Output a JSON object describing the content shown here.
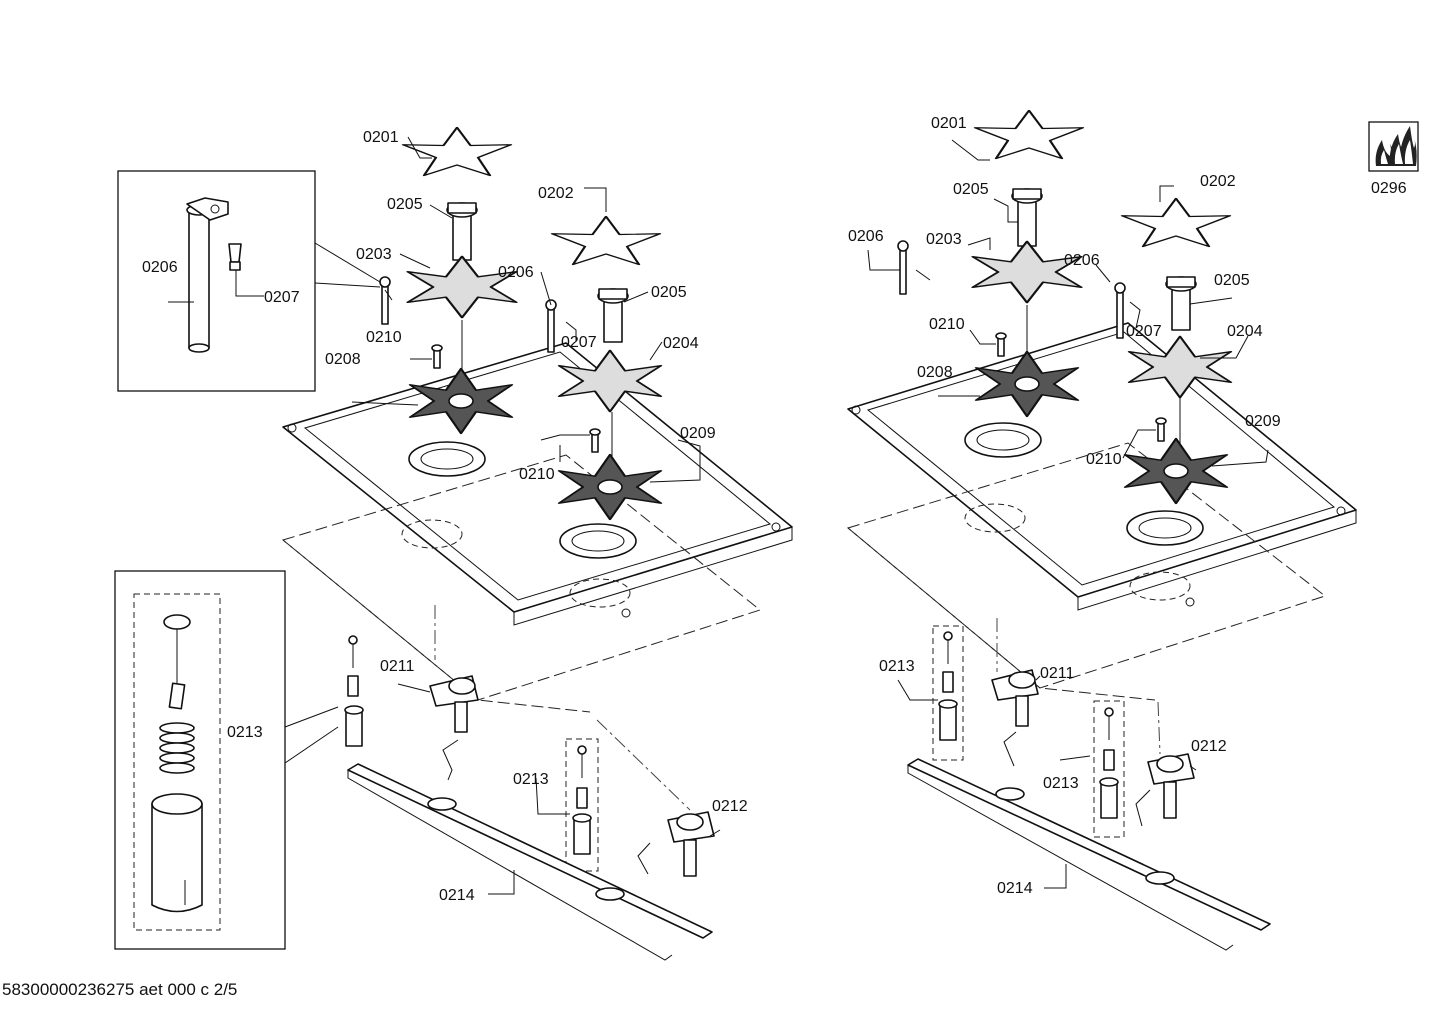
{
  "footer": "58300000236275 aet 000 c 2/5",
  "symbol_label": "0296",
  "left": {
    "l0201": "0201",
    "l0202": "0202",
    "l0203": "0203",
    "l0204": "0204",
    "l0205a": "0205",
    "l0205b": "0205",
    "l0206a": "0206",
    "l0206b": "0206",
    "l0207a": "0207",
    "l0207b": "0207",
    "l0208": "0208",
    "l0209": "0209",
    "l0210a": "0210",
    "l0210b": "0210",
    "l0211": "0211",
    "l0212": "0212",
    "l0213a": "0213",
    "l0213b": "0213",
    "l0214": "0214"
  },
  "right": {
    "l0201": "0201",
    "l0202": "0202",
    "l0203": "0203",
    "l0204": "0204",
    "l0205a": "0205",
    "l0205b": "0205",
    "l0206a": "0206",
    "l0206b": "0206",
    "l0207": "0207",
    "l0208": "0208",
    "l0209": "0209",
    "l0210a": "0210",
    "l0210b": "0210",
    "l0211": "0211",
    "l0212": "0212",
    "l0213a": "0213",
    "l0213b": "0213",
    "l0214": "0214"
  }
}
